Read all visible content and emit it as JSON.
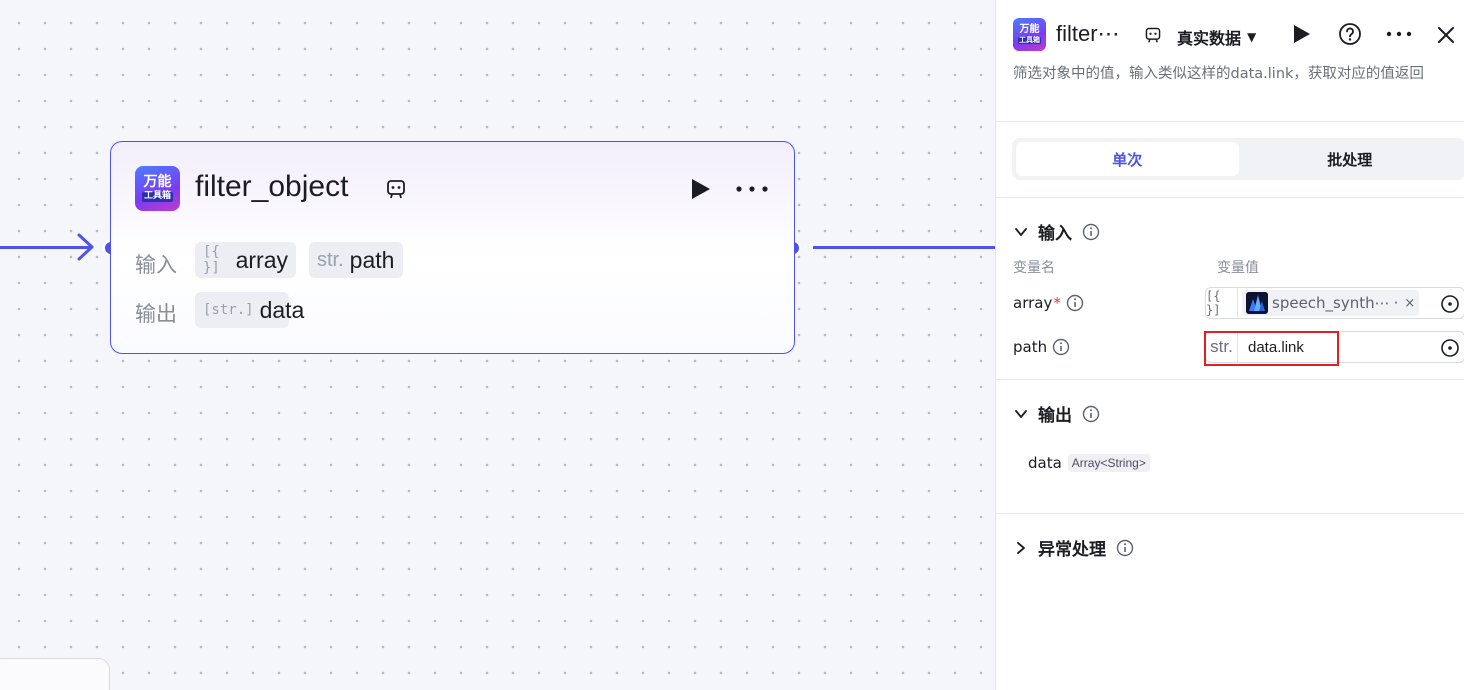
{
  "node": {
    "logo_top": "万能",
    "logo_bottom": "工具箱",
    "title": "filter_object",
    "input_label": "输入",
    "output_label": "输出",
    "inputs": [
      {
        "type_icon": "[{ }]",
        "name": "array"
      },
      {
        "type_icon": "str.",
        "name": "path"
      }
    ],
    "outputs": [
      {
        "type_icon": "[str.]",
        "name": "data"
      }
    ]
  },
  "panel": {
    "logo_top": "万能",
    "logo_bottom": "工具箱",
    "title": "filter⋯",
    "dataset_label": "真实数据",
    "description": "筛选对象中的值，输入类似这样的data.link，获取对应的值返回",
    "tabs": [
      "单次",
      "批处理"
    ],
    "active_tab": 0,
    "input_section": {
      "title": "输入",
      "col_name": "变量名",
      "col_value": "变量值",
      "params": [
        {
          "name": "array",
          "required": "*",
          "type_icon": "[{ }]",
          "ref_label": "speech_synth⋯",
          "ref_more": "·",
          "clear": "×"
        },
        {
          "name": "path",
          "type_icon": "str.",
          "value": "data.link"
        }
      ]
    },
    "output_section": {
      "title": "输出",
      "items": [
        {
          "name": "data",
          "type": "Array<String>"
        }
      ]
    },
    "error_section": {
      "title": "异常处理"
    }
  },
  "colors": {
    "accent": "#4d53e8",
    "highlight_border": "#e02020"
  }
}
